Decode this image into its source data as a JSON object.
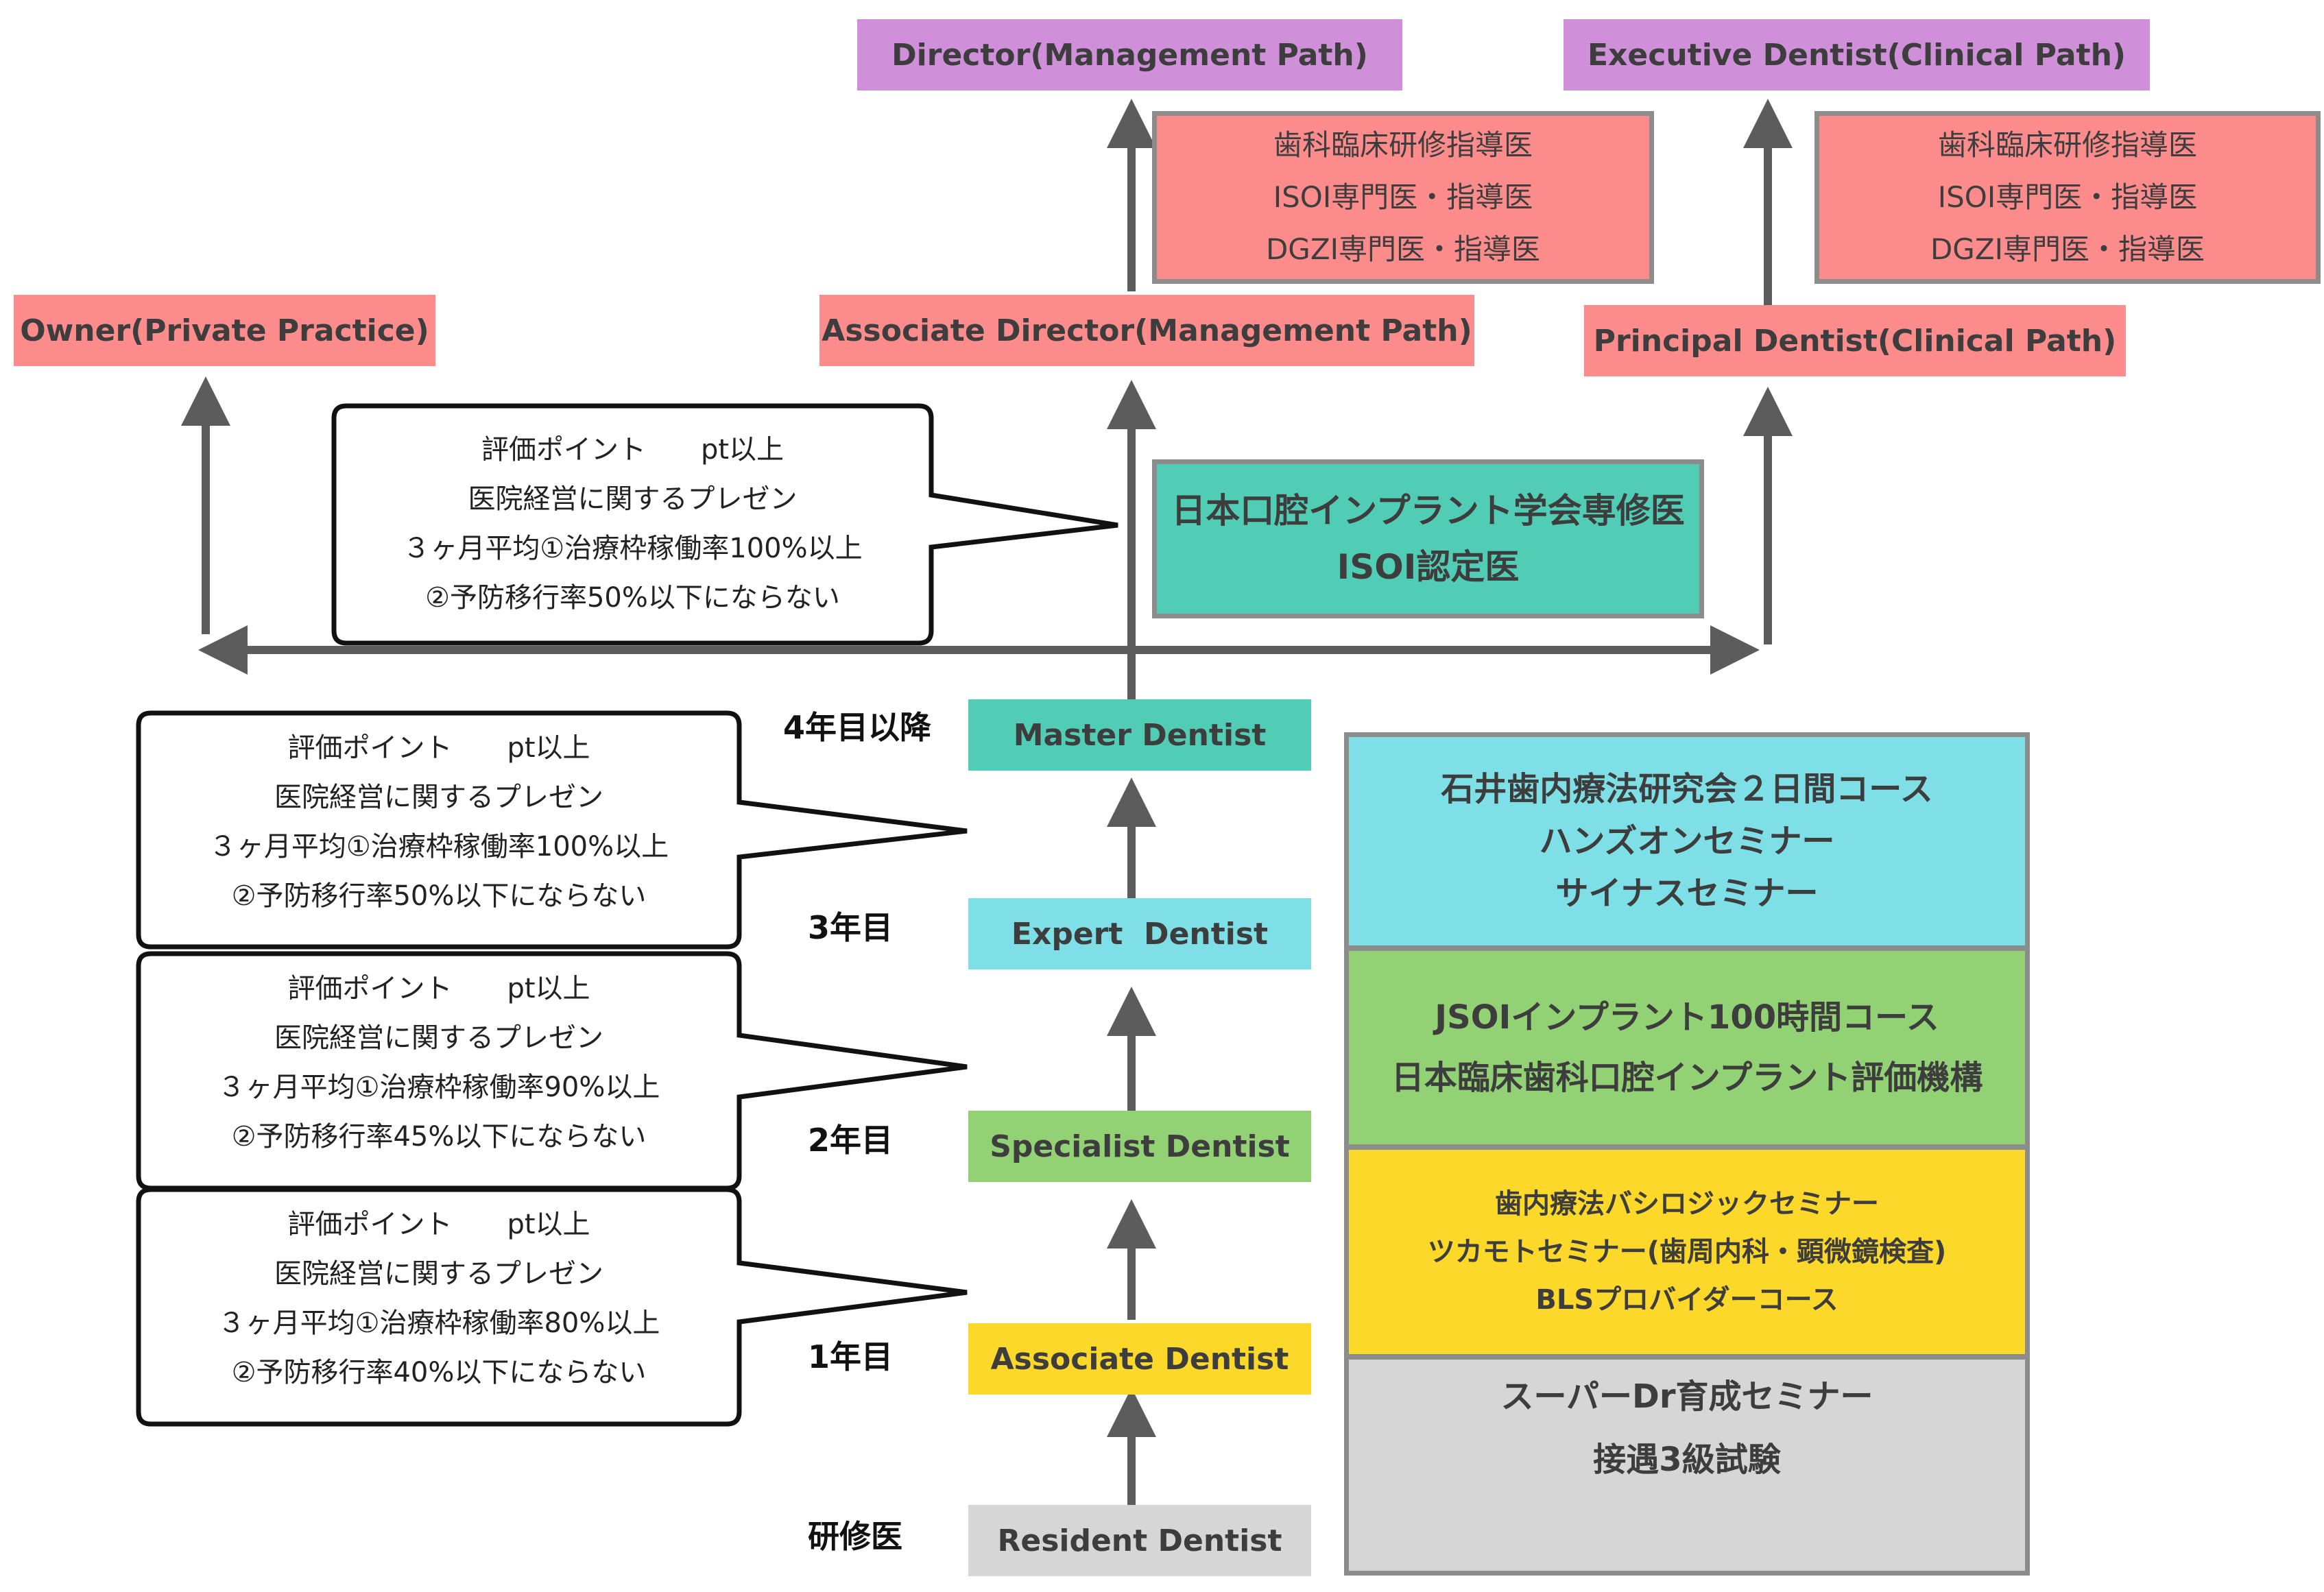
{
  "top": {
    "director": "Director(Management Path)",
    "executive": "Executive Dentist(Clinical Path)",
    "owner": "Owner(Private Practice)",
    "associate_director": "Associate Director(Management Path)",
    "principal": "Principal Dentist(Clinical Path)"
  },
  "certs_left": [
    "歯科臨床研修指導医",
    "ISOI専門医・指導医",
    "DGZI専門医・指導医"
  ],
  "certs_right": [
    "歯科臨床研修指導医",
    "ISOI専門医・指導医",
    "DGZI専門医・指導医"
  ],
  "teal_cert": [
    "日本口腔インプラント学会専修医",
    "ISOI認定医"
  ],
  "levels": {
    "master": "Master Dentist",
    "expert": "Expert  Dentist",
    "specialist": "Specialist Dentist",
    "associate": "Associate Dentist",
    "resident": "Resident Dentist"
  },
  "years": {
    "master": "4年目以降",
    "expert": "3年目",
    "specialist": "2年目",
    "associate": "1年目",
    "resident": "研修医"
  },
  "callouts": [
    [
      "評価ポイント　　pt以上",
      "医院経営に関するプレゼン",
      "３ヶ月平均①治療枠稼働率100%以上",
      "②予防移行率50%以下にならない"
    ],
    [
      "評価ポイント　　pt以上",
      "医院経営に関するプレゼン",
      "３ヶ月平均①治療枠稼働率100%以上",
      "②予防移行率50%以下にならない"
    ],
    [
      "評価ポイント　　pt以上",
      "医院経営に関するプレゼン",
      "３ヶ月平均①治療枠稼働率90%以上",
      "②予防移行率45%以下にならない"
    ],
    [
      "評価ポイント　　pt以上",
      "医院経営に関するプレゼン",
      "３ヶ月平均①治療枠稼働率80%以上",
      "②予防移行率40%以下にならない"
    ]
  ],
  "courses": {
    "cyan": [
      "石井歯内療法研究会２日間コース",
      "ハンズオンセミナー",
      "サイナスセミナー"
    ],
    "green": [
      "JSOIインプラント100時間コース",
      "日本臨床歯科口腔インプラント評価機構"
    ],
    "yellow": [
      "歯内療法バシロジックセミナー",
      "ツカモトセミナー(歯周内科・顕微鏡検査)",
      "BLSプロバイダーコース"
    ],
    "gray": [
      "スーパーDr育成セミナー",
      "接遇3級試験"
    ]
  },
  "colors": {
    "purple": "#cf8fd9",
    "salmon": "#fc8c8c",
    "teal": "#52cdb5",
    "cyan": "#7ee0e6",
    "green": "#92d275",
    "yellow": "#fcd82a",
    "gray": "#d6d6d6",
    "arrow": "#5c5c5c"
  }
}
